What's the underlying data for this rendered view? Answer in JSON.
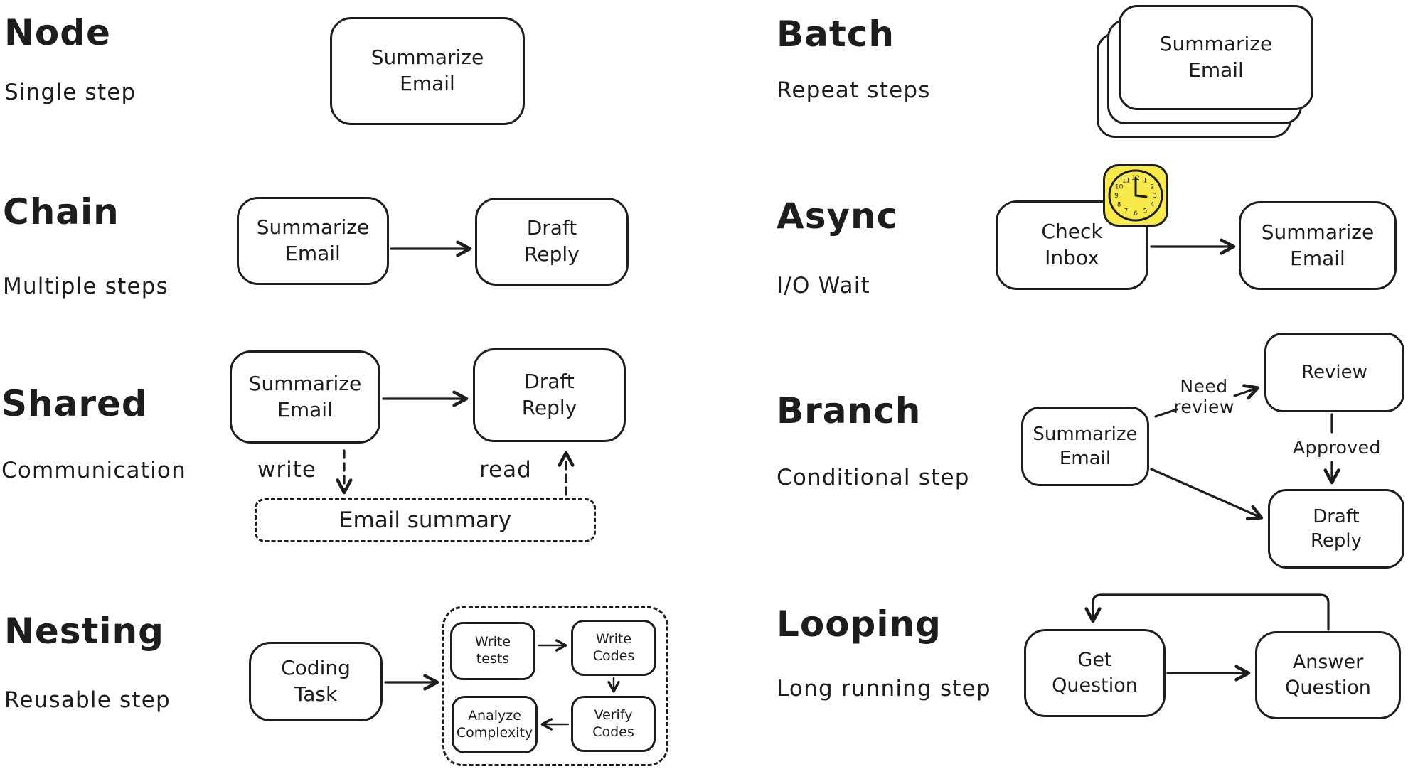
{
  "colors": {
    "ink": "#1d1d1d",
    "paper": "#ffffff",
    "clock_yellow": "#f7ea4a"
  },
  "node": {
    "title": "Node",
    "subtitle": "Single step",
    "box_summarize": "Summarize\nEmail"
  },
  "chain": {
    "title": "Chain",
    "subtitle": "Multiple steps",
    "box_summarize": "Summarize\nEmail",
    "box_draft": "Draft\nReply"
  },
  "shared": {
    "title": "Shared",
    "subtitle": "Communication",
    "box_summarize": "Summarize\nEmail",
    "box_draft": "Draft\nReply",
    "write_label": "write",
    "read_label": "read",
    "store_label": "Email summary"
  },
  "nesting": {
    "title": "Nesting",
    "subtitle": "Reusable step",
    "box_coding": "Coding\nTask",
    "box_write_tests": "Write\ntests",
    "box_write_codes": "Write\nCodes",
    "box_verify_codes": "Verify\nCodes",
    "box_analyze": "Analyze\nComplexity"
  },
  "batch": {
    "title": "Batch",
    "subtitle": "Repeat steps",
    "box_summarize": "Summarize\nEmail"
  },
  "async": {
    "title": "Async",
    "subtitle": "I/O Wait",
    "box_check": "Check\nInbox",
    "box_summarize": "Summarize\nEmail",
    "clock_numerals": [
      "12",
      "1",
      "2",
      "3",
      "4",
      "5",
      "6",
      "7",
      "8",
      "9",
      "10",
      "11"
    ]
  },
  "branch": {
    "title": "Branch",
    "subtitle": "Conditional step",
    "box_summarize": "Summarize\nEmail",
    "box_review": "Review",
    "box_draft": "Draft\nReply",
    "need_review_label": "Need\nreview",
    "approved_label": "Approved"
  },
  "looping": {
    "title": "Looping",
    "subtitle": "Long running step",
    "box_get": "Get\nQuestion",
    "box_answer": "Answer\nQuestion"
  }
}
